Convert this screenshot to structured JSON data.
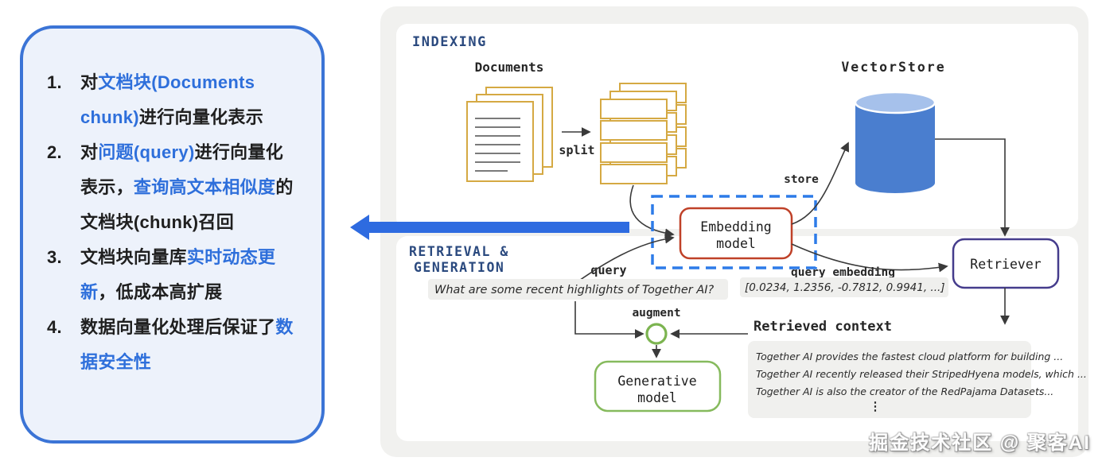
{
  "colors": {
    "accent_blue": "#2e6fdb",
    "notes_border": "#3b74d6",
    "notes_bg": "#edf2fb",
    "flow_arrow_blue": "#2e6be0",
    "header_navy": "#2b4a7f",
    "doc_gold": "#d5a943",
    "embedding_red": "#bf4128",
    "dashed_blue": "#2d7be8",
    "retriever_indigo": "#453c8c",
    "generative_green": "#86ba5d",
    "cylinder_blue": "#4a7ecf",
    "cylinder_top": "#a6c1eb",
    "panel_gray": "#f1f1ef"
  },
  "notes_panel": {
    "items": [
      {
        "number": "1.",
        "segments": [
          {
            "text": "对",
            "color": "black"
          },
          {
            "text": "文档块(Documents chunk)",
            "color": "blue"
          },
          {
            "text": "进行向量化表示",
            "color": "black"
          }
        ]
      },
      {
        "number": "2.",
        "segments": [
          {
            "text": "对",
            "color": "black"
          },
          {
            "text": "问题(query)",
            "color": "blue"
          },
          {
            "text": "进行向量化表示，",
            "color": "black"
          },
          {
            "text": "查询高文本相似度",
            "color": "blue"
          },
          {
            "text": "的文档块(chunk)召回",
            "color": "black"
          }
        ]
      },
      {
        "number": "3.",
        "segments": [
          {
            "text": "文档块向量库",
            "color": "black"
          },
          {
            "text": "实时动态更新",
            "color": "blue"
          },
          {
            "text": "，低成本高扩展",
            "color": "black"
          }
        ]
      },
      {
        "number": "4.",
        "segments": [
          {
            "text": "数据向量化处理后保证了",
            "color": "black"
          },
          {
            "text": "数据安全性",
            "color": "blue"
          }
        ]
      }
    ]
  },
  "diagram": {
    "indexing": {
      "title": "INDEXING",
      "documents_label": "Documents",
      "split_label": "split",
      "store_label": "store",
      "vectorstore_label": "VectorStore"
    },
    "embedding_model": {
      "lines": [
        "Embedding",
        "model"
      ]
    },
    "retrieval": {
      "title_lines": [
        "RETRIEVAL &",
        "GENERATION"
      ],
      "query_label": "query",
      "query_text": "What are some recent highlights of Together AI?",
      "query_embedding_label": "query embedding",
      "query_embedding_vector": "[0.0234, 1.2356, -0.7812, 0.9941, ...]",
      "augment_label": "augment",
      "retriever_label": "Retriever",
      "generative_model": {
        "lines": [
          "Generative",
          "model"
        ]
      },
      "retrieved_context": {
        "title": "Retrieved context",
        "lines": [
          "Together AI provides the fastest cloud platform for building ...",
          "Together AI recently released their StripedHyena models, which ...",
          "Together AI is also the creator of the RedPajama Datasets..."
        ],
        "ellipsis": "⋮"
      }
    }
  },
  "watermark": "掘金技术社区 @ 聚客AI"
}
